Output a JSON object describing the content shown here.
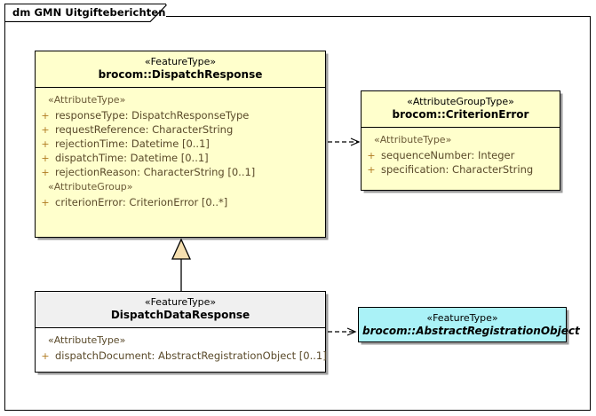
{
  "diagram": {
    "tab_label": "dm GMN Uitgifteberichten",
    "background": "#ffffff",
    "border_color": "#000000"
  },
  "palette": {
    "feature_type_fill": "#ffffcc",
    "attribute_group_fill": "#ffffcc",
    "abstract_fill": "#aaf2f7",
    "subclass_header_fill": "#f0f0f0",
    "subclass_body_fill": "#ffffff",
    "attribute_text": "#5a4a2a",
    "visibility_marker": "#b07b20",
    "generalization_fill": "#f5dfb0"
  },
  "classes": {
    "dispatch_response": {
      "stereotype": "«FeatureType»",
      "name": "brocom::DispatchResponse",
      "compartments": [
        {
          "group_label": "«AttributeType»",
          "attributes": [
            {
              "visibility": "+",
              "text": "responseType: DispatchResponseType"
            },
            {
              "visibility": "+",
              "text": "requestReference: CharacterString"
            },
            {
              "visibility": "+",
              "text": "rejectionTime: Datetime [0..1]"
            },
            {
              "visibility": "+",
              "text": "dispatchTime: Datetime [0..1]"
            },
            {
              "visibility": "+",
              "text": "rejectionReason: CharacterString [0..1]"
            }
          ]
        },
        {
          "group_label": "«AttributeGroup»",
          "attributes": [
            {
              "visibility": "+",
              "text": "criterionError: CriterionError [0..*]"
            }
          ]
        }
      ]
    },
    "criterion_error": {
      "stereotype": "«AttributeGroupType»",
      "name": "brocom::CriterionError",
      "compartments": [
        {
          "group_label": "«AttributeType»",
          "attributes": [
            {
              "visibility": "+",
              "text": "sequenceNumber: Integer"
            },
            {
              "visibility": "+",
              "text": "specification: CharacterString"
            }
          ]
        }
      ]
    },
    "dispatch_data_response": {
      "stereotype": "«FeatureType»",
      "name": "DispatchDataResponse",
      "compartments": [
        {
          "group_label": "«AttributeType»",
          "attributes": [
            {
              "visibility": "+",
              "text": "dispatchDocument: AbstractRegistrationObject [0..1]"
            }
          ]
        }
      ]
    },
    "abstract_registration_object": {
      "stereotype": "«FeatureType»",
      "name": "brocom::AbstractRegistrationObject",
      "abstract": true
    }
  },
  "connectors": [
    {
      "id": "dispatchresponse-to-criterionerror",
      "type": "dependency",
      "style": "dashed-open-arrow",
      "source": "brocom::DispatchResponse",
      "target": "brocom::CriterionError"
    },
    {
      "id": "dispatchdataresponse-to-dispatchresponse",
      "type": "generalization",
      "style": "solid-hollow-triangle",
      "source": "DispatchDataResponse",
      "target": "brocom::DispatchResponse"
    },
    {
      "id": "dispatchdataresponse-to-abstractregistrationobject",
      "type": "dependency",
      "style": "dashed-open-arrow",
      "source": "DispatchDataResponse",
      "target": "brocom::AbstractRegistrationObject"
    }
  ]
}
